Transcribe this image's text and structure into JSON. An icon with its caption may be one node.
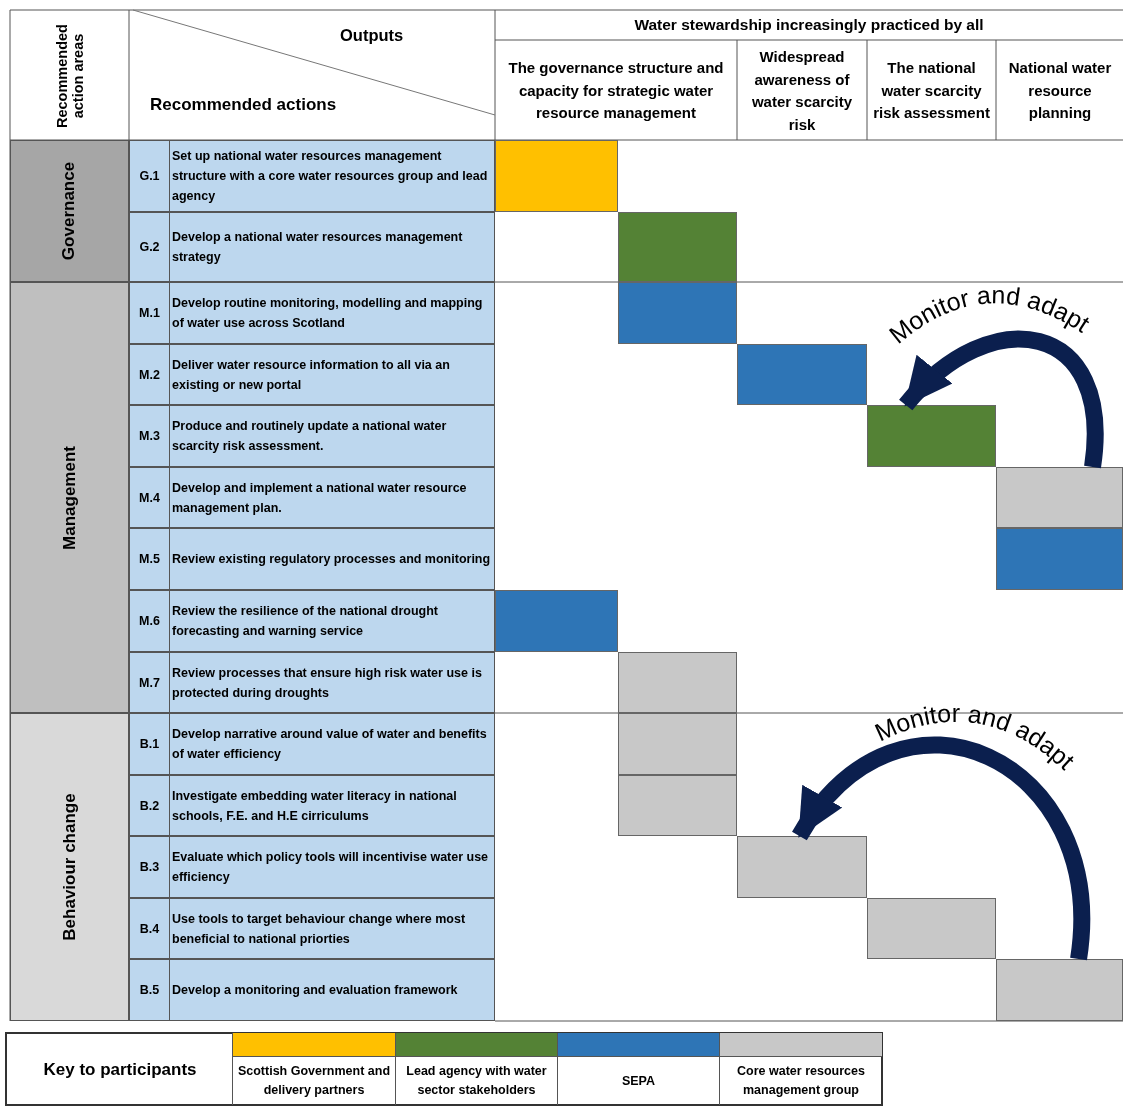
{
  "diagram": {
    "nodes": [
      {
        "text": [
          "Governance"
        ]
      },
      {
        "text": [
          "G.1",
          "Set up national water resources management structure with a core water resources group and lead agency"
        ]
      },
      {
        "text": [
          "G.2",
          "Develop a national water resources management strategy"
        ]
      },
      {
        "text": [
          "Management"
        ]
      },
      {
        "text": [
          "M.1",
          "Develop routine monitoring, modelling and mapping of water use across Scotland"
        ]
      },
      {
        "text": [
          "M.2",
          "Deliver water resource information to all via an existing or new portal"
        ]
      },
      {
        "text": [
          "M.3",
          "Produce and routinely update a national water scarcity risk assessment."
        ]
      },
      {
        "text": [
          "M.4",
          "Develop and implement a national water resource management plan."
        ]
      },
      {
        "text": [
          "M.5",
          "Review existing regulatory processes and monitoring"
        ]
      },
      {
        "text": [
          "M.6",
          "Review the resilience of the national drought forecasting and warning service"
        ]
      },
      {
        "text": [
          "M.7",
          "Review processes that ensure high risk water use is protected during droughts"
        ]
      },
      {
        "text": [
          "Behaviour change"
        ]
      },
      {
        "text": [
          "B.1",
          "Develop narrative around value of water and benefits of water efficiency"
        ]
      },
      {
        "text": [
          "B.2",
          "Investigate embedding water literacy in national schools, F.E. and H.E cirriculums"
        ]
      },
      {
        "text": [
          "B.3",
          "Evaluate which policy tools will incentivise water use efficiency"
        ]
      },
      {
        "text": [
          "B.4",
          "Use tools to target behaviour change where most beneficial to national priorties"
        ]
      },
      {
        "text": [
          "B.5",
          "Develop a monitoring and evaluation framework"
        ]
      },
      {
        "text": [],
        "shape": "bar"
      },
      {
        "text": [],
        "shape": "bar"
      },
      {
        "text": [],
        "shape": "bar"
      },
      {
        "text": [],
        "shape": "bar"
      },
      {
        "text": [],
        "shape": "bar"
      },
      {
        "text": [],
        "shape": "bar"
      },
      {
        "text": [],
        "shape": "bar"
      },
      {
        "text": [],
        "shape": "bar"
      },
      {
        "text": [],
        "shape": "bar"
      },
      {
        "text": [],
        "shape": "bar"
      },
      {
        "text": [],
        "shape": "bar"
      },
      {
        "text": [],
        "shape": "bar"
      },
      {
        "text": [],
        "shape": "bar"
      },
      {
        "text": [],
        "shape": "bar"
      }
    ],
    "edges": [
      {
        "from": 22,
        "to": 21,
        "arrow": "to",
        "label": "Monitor and adapt"
      },
      {
        "from": 30,
        "to": 28,
        "arrow": "to",
        "label": "Monitor and adapt"
      }
    ],
    "labels": [
      "Recommended action areas",
      "Outputs",
      "Recommended actions",
      "Water stewardship increasingly practiced by all",
      "The governance structure and capacity for strategic water resource management",
      "Widespread awareness of water scarcity risk",
      "The national water scarcity risk assessment",
      "National water resource planning",
      "Key to participants"
    ],
    "legend": [
      {
        "text": "Scottish Government and delivery partners",
        "color": "#ffc000"
      },
      {
        "text": "Lead agency with water sector stakeholders",
        "color": "#548235"
      },
      {
        "text": "SEPA",
        "color": "#2e75b6"
      },
      {
        "text": "Core water resources management group",
        "color": "#c8c8c8"
      }
    ]
  }
}
